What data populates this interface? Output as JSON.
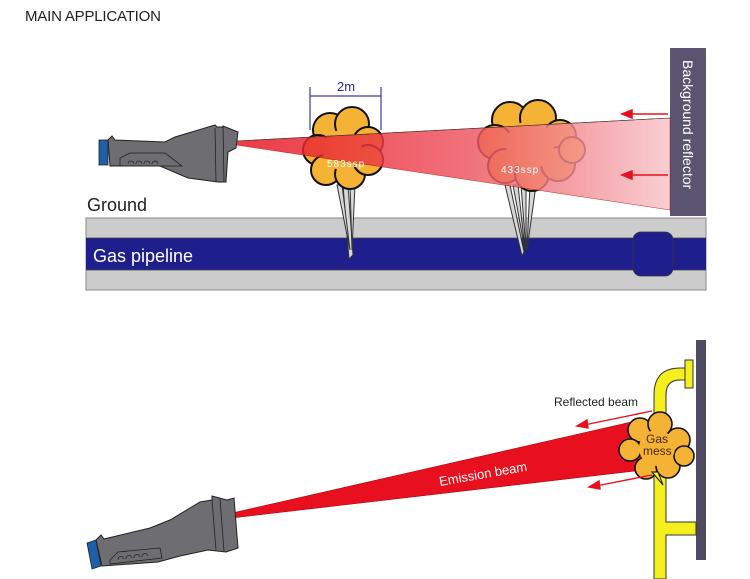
{
  "page": {
    "title": "MAIN APPLICATION"
  },
  "top_diagram": {
    "distance_label": "2m",
    "cloud1_label": "583ssp",
    "cloud2_label": "433ssp",
    "reflector_label": "Background reflector",
    "ground_label": "Ground",
    "pipeline_label": "Gas pipeline"
  },
  "bottom_diagram": {
    "reflected_beam_label": "Reflected beam",
    "emission_beam_label": "Emission beam",
    "gas_label_line1": "Gas",
    "gas_label_line2": "mess"
  },
  "colors": {
    "beam_red": "#e8101e",
    "cloud_orange": "#f5b335",
    "pipeline_blue": "#1e1e8c",
    "ground_gray": "#cccccc",
    "reflector_purple": "#5a5470",
    "pipe_yellow": "#f5ef1e",
    "device_gray": "#6e6e72",
    "device_blue": "#1f5fa8"
  }
}
